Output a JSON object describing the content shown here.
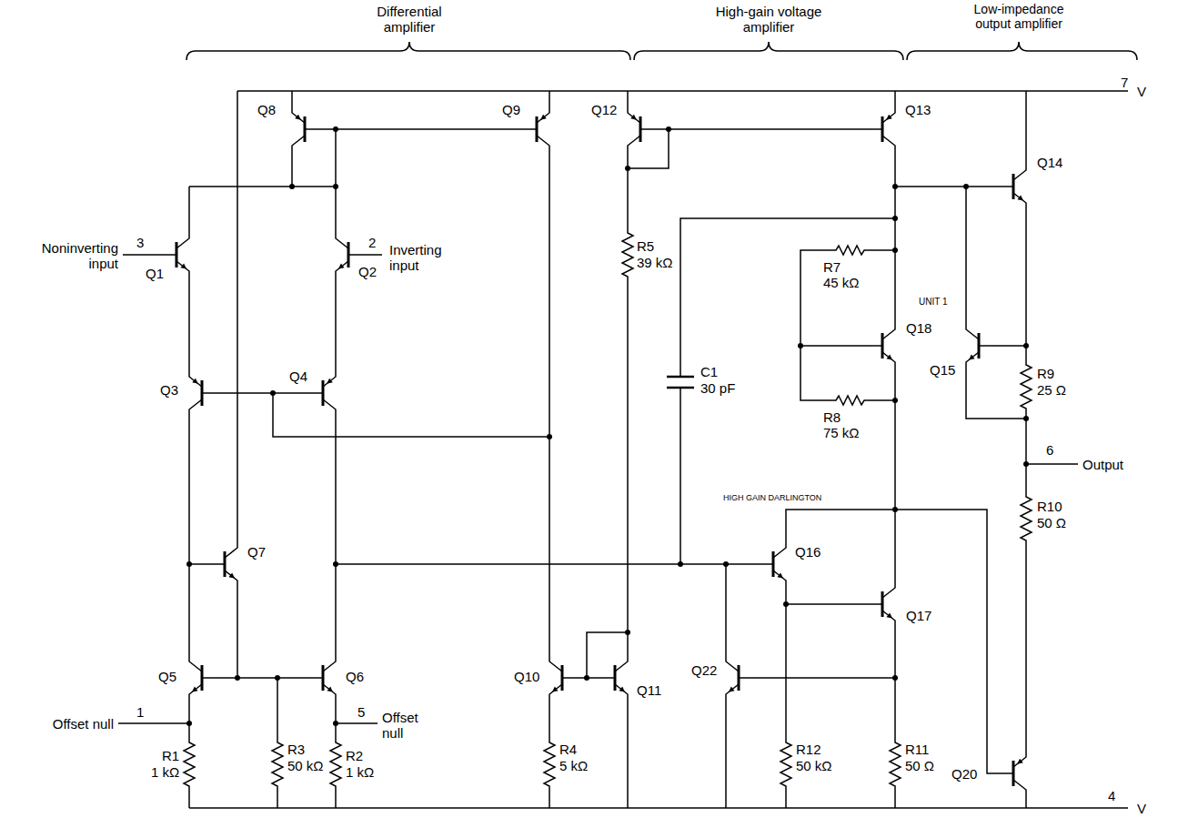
{
  "diagram": {
    "labels": [
      "Differential amplifier",
      "High-gain voltage amplifier",
      "Low-impedance output amplifier",
      "7",
      "V",
      "Q8",
      "Q9",
      "Q12",
      "Q13",
      "Q14",
      "Noninverting input",
      "3",
      "Q1",
      "Q2",
      "2",
      "Inverting input",
      "R5",
      "39 kΩ",
      "Q3",
      "Q4",
      "R7",
      "45 kΩ",
      "Q18",
      "UNIT 1",
      "Q15",
      "R9",
      "25 Ω",
      "C1",
      "30 pF",
      "R8",
      "75 kΩ",
      "HIGH GAIN DARLINGTON",
      "Q7",
      "Q16",
      "6",
      "Output",
      "R10",
      "50 Ω",
      "Q17",
      "Q5",
      "Q6",
      "Q10",
      "Q11",
      "Q22",
      "Q20",
      "1",
      "Offset null",
      "5",
      "Offset null",
      "R1",
      "1 kΩ",
      "R3",
      "50 kΩ",
      "R2",
      "1 kΩ",
      "R4",
      "5 kΩ",
      "R12",
      "50 kΩ",
      "R11",
      "50 Ω",
      "4",
      "V"
    ]
  }
}
